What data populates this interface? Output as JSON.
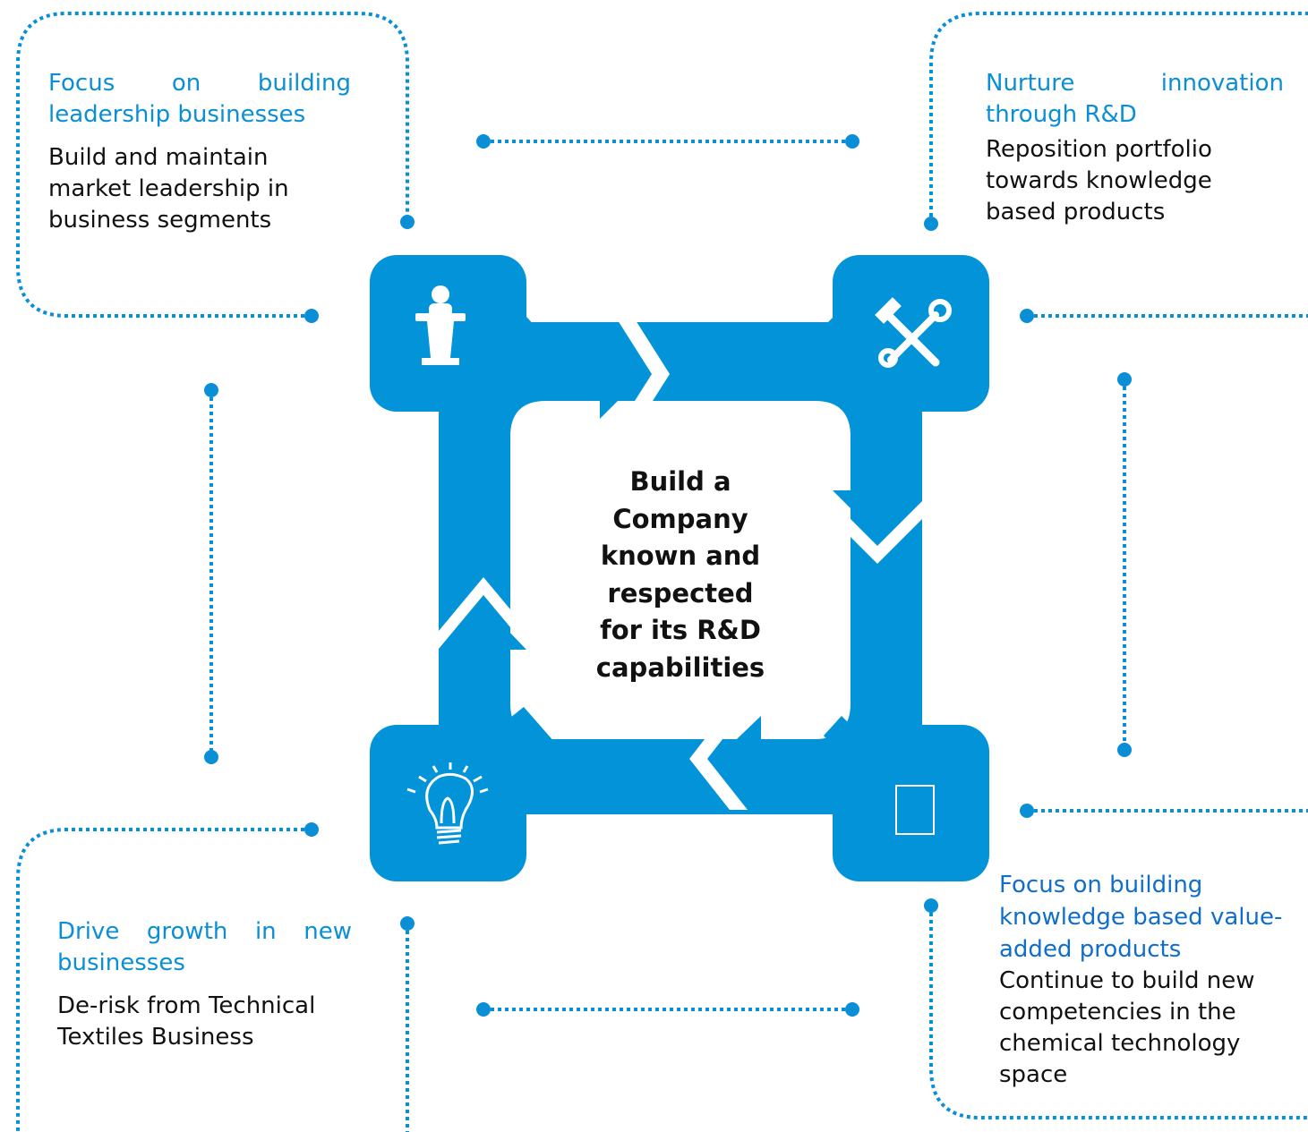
{
  "colors": {
    "accent": "#0293d9",
    "dot": "#0a8fd6",
    "title_blue": "#0a8fd6",
    "title_blue_dark": "#0f6ecb",
    "text": "#111111"
  },
  "center": {
    "lines": [
      "Build a",
      "Company",
      "known and",
      "respected",
      "for its R&D",
      "capabilities"
    ]
  },
  "cards": {
    "top_left": {
      "title": "Focus on building leadership businesses",
      "body": "Build and maintain market leadership in business segments",
      "icon": "podium-speaker-icon"
    },
    "top_right": {
      "title": "Nurture innovation through R&D",
      "body": "Reposition portfolio towards knowledge based products",
      "icon": "hammer-wrench-icon"
    },
    "bottom_left": {
      "title": "Drive growth in new businesses",
      "body": "De-risk from Technical Textiles Business",
      "icon": "lightbulb-icon"
    },
    "bottom_right": {
      "title": "Focus on building knowledge based value-added products",
      "body": "Continue to build new competencies in the chemical technology space",
      "icon": "document-icon"
    }
  }
}
